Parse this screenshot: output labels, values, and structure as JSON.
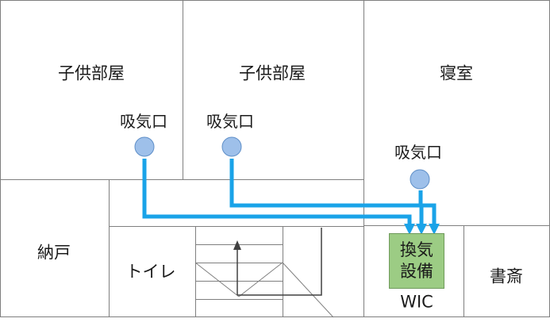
{
  "rooms": {
    "child_room_1": "子供部屋",
    "child_room_2": "子供部屋",
    "bedroom": "寝室",
    "storage": "納戸",
    "toilet": "トイレ",
    "wic": "WIC",
    "study": "書斎"
  },
  "intakes": {
    "intake_1": "吸気口",
    "intake_2": "吸気口",
    "intake_3": "吸気口"
  },
  "ventilation_unit": {
    "line1": "換気",
    "line2": "設備"
  },
  "colors": {
    "duct": "#1aa3e8",
    "intake_fill": "#9ec0ea",
    "intake_stroke": "#5f8fc8",
    "unit_fill": "#9ccc84",
    "wall": "#7f7f7f"
  }
}
